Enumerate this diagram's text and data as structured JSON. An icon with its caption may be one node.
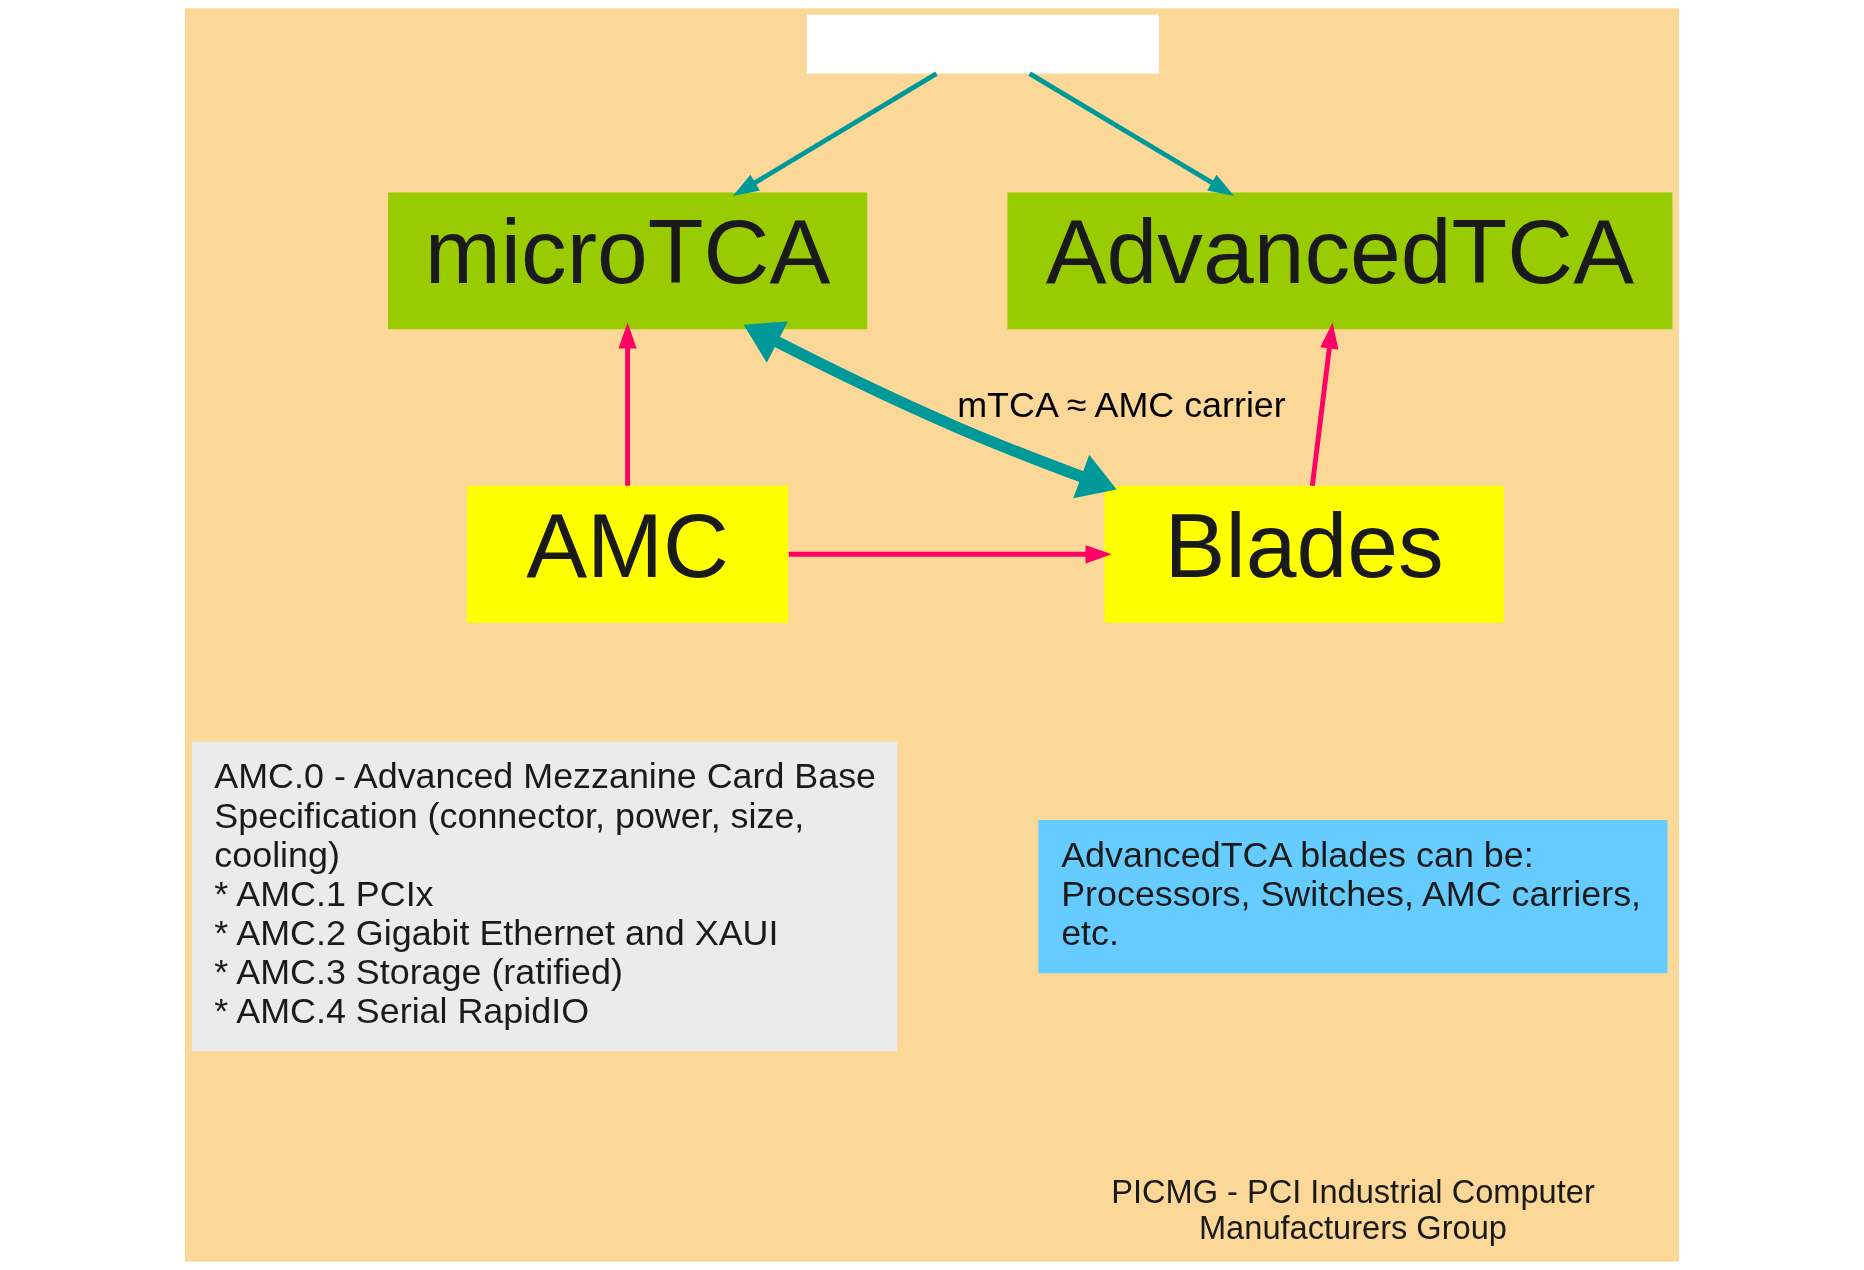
{
  "diagram": {
    "nodes": [
      {
        "text": [],
        "shape": "box"
      },
      {
        "text": [
          "microTCA"
        ]
      },
      {
        "text": [
          "AdvancedTCA"
        ]
      },
      {
        "text": [
          "AMC"
        ]
      },
      {
        "text": [
          "Blades"
        ]
      },
      {
        "text": [
          "AMC.0 - Advanced Mezzanine Card Base Specification (connector, power, size, cooling)",
          "* AMC.1 PCIx",
          "* AMC.2 Gigabit Ethernet and XAUI",
          "* AMC.3 Storage (ratified)",
          "* AMC.4 Serial RapidIO"
        ]
      },
      {
        "text": [
          "AdvancedTCA blades can be: Processors, Switches, AMC carriers, etc."
        ]
      }
    ],
    "edges": [
      {
        "from": 0,
        "to": 1,
        "arrow": "to",
        "color": "#009999"
      },
      {
        "from": 0,
        "to": 2,
        "arrow": "to",
        "color": "#009999"
      },
      {
        "from": 1,
        "to": 4,
        "arrow": "both",
        "style": "thick",
        "color": "#009999",
        "label": "mTCA ≈ AMC carrier"
      },
      {
        "from": 3,
        "to": 1,
        "arrow": "to",
        "color": "#ff0066"
      },
      {
        "from": 4,
        "to": 2,
        "arrow": "to",
        "color": "#ff0066"
      },
      {
        "from": 3,
        "to": 4,
        "arrow": "to",
        "color": "#ff0066"
      }
    ],
    "labels": [
      "PICMG - PCI Industrial Computer Manufacturers Group"
    ]
  }
}
